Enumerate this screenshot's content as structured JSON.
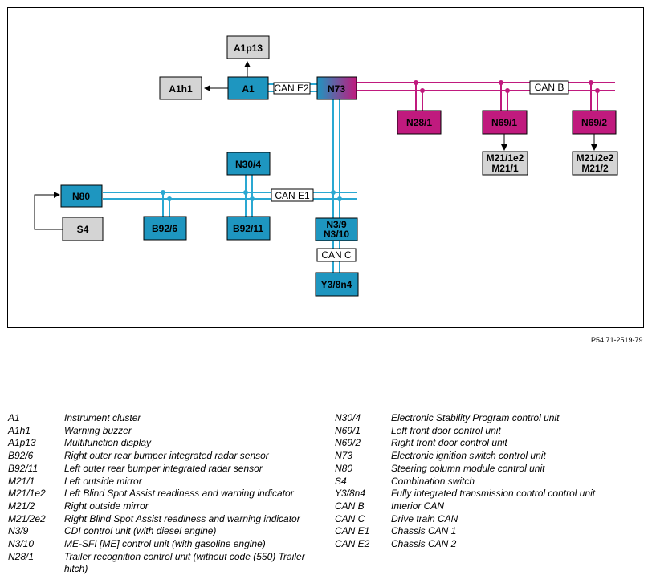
{
  "diagram": {
    "nodes": {
      "A1p13": "A1p13",
      "A1": "A1",
      "A1h1": "A1h1",
      "N73": "N73",
      "N28_1": "N28/1",
      "N69_1": "N69/1",
      "N69_2": "N69/2",
      "M21_1e2": "M21/1e2",
      "M21_1": "M21/1",
      "M21_2e2": "M21/2e2",
      "M21_2": "M21/2",
      "N30_4": "N30/4",
      "N80": "N80",
      "S4": "S4",
      "B92_6": "B92/6",
      "B92_11": "B92/11",
      "N3_9": "N3/9",
      "N3_10": "N3/10",
      "Y3_8n4": "Y3/8n4"
    },
    "buses": {
      "can_e2": "CAN E2",
      "can_b": "CAN B",
      "can_e1": "CAN E1",
      "can_c": "CAN C"
    },
    "colors": {
      "control_unit": "#1e96c0",
      "door_unit": "#c01a7e",
      "component": "#d4d4d4",
      "can_line": "#2aa8d2",
      "can_b_line": "#c01a7e"
    }
  },
  "figure_code": "P54.71-2519-79",
  "legend": {
    "left": [
      {
        "abbr": "A1",
        "desc": "Instrument cluster"
      },
      {
        "abbr": "A1h1",
        "desc": "Warning buzzer"
      },
      {
        "abbr": "A1p13",
        "desc": "Multifunction display"
      },
      {
        "abbr": "B92/6",
        "desc": "Right outer rear bumper integrated radar sensor"
      },
      {
        "abbr": "B92/11",
        "desc": "Left outer rear bumper integrated radar sensor"
      },
      {
        "abbr": "M21/1",
        "desc": "Left outside mirror"
      },
      {
        "abbr": "M21/1e2",
        "desc": "Left Blind Spot Assist readiness and warning indicator"
      },
      {
        "abbr": "M21/2",
        "desc": "Right outside mirror"
      },
      {
        "abbr": "M21/2e2",
        "desc": "Right Blind Spot Assist readiness and warning indicator"
      },
      {
        "abbr": "N3/9",
        "desc": "CDI control unit (with diesel engine)"
      },
      {
        "abbr": "N3/10",
        "desc": "ME-SFI [ME] control unit (with gasoline engine)"
      },
      {
        "abbr": "N28/1",
        "desc": "Trailer recognition control unit (without code (550) Trailer hitch)"
      }
    ],
    "right": [
      {
        "abbr": "N30/4",
        "desc": "Electronic Stability Program control unit"
      },
      {
        "abbr": "N69/1",
        "desc": "Left front door control unit"
      },
      {
        "abbr": "N69/2",
        "desc": "Right front door control unit"
      },
      {
        "abbr": "N73",
        "desc": "Electronic ignition switch control unit"
      },
      {
        "abbr": "N80",
        "desc": "Steering column module control unit"
      },
      {
        "abbr": "S4",
        "desc": "Combination switch"
      },
      {
        "abbr": "Y3/8n4",
        "desc": "Fully integrated transmission control control unit"
      },
      {
        "abbr": "CAN B",
        "desc": "Interior CAN"
      },
      {
        "abbr": "CAN C",
        "desc": "Drive train CAN"
      },
      {
        "abbr": "CAN E1",
        "desc": "Chassis CAN 1"
      },
      {
        "abbr": "CAN E2",
        "desc": "Chassis CAN 2"
      }
    ]
  }
}
